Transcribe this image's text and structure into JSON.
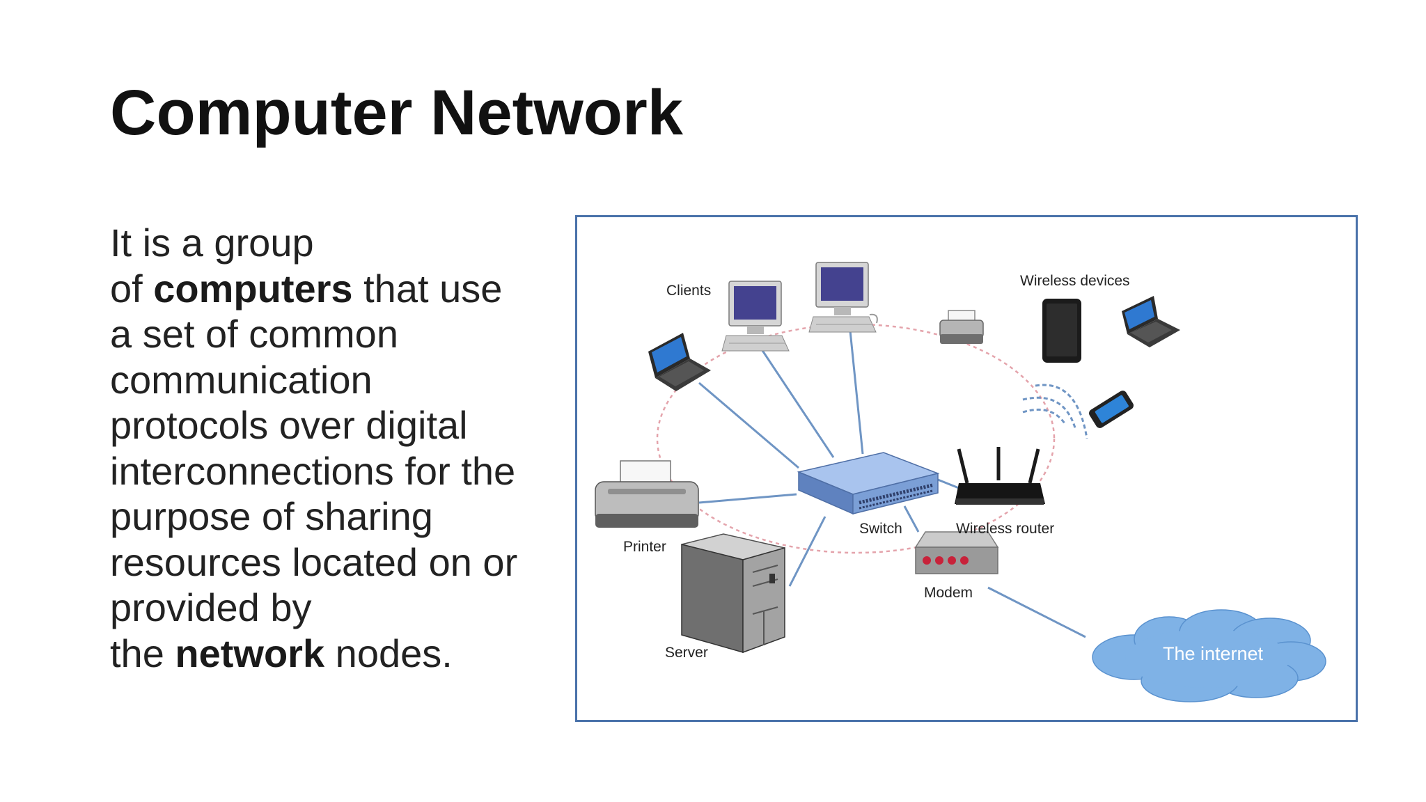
{
  "slide": {
    "title": "Computer Network",
    "body": {
      "l1": "It is a group",
      "l2_pre": "of ",
      "l2_bold": "computers",
      "l2_post": " that use",
      "l3": "a set of common",
      "l4": "communication",
      "l5": "protocols over digital",
      "l6": "interconnections for the",
      "l7": "purpose of sharing",
      "l8": "resources located on or",
      "l9": "provided by",
      "l10_pre": "the ",
      "l10_bold": "network",
      "l10_post": " nodes."
    }
  },
  "diagram": {
    "labels": {
      "clients": "Clients",
      "wireless_devices": "Wireless devices",
      "printer": "Printer",
      "switch": "Switch",
      "wireless_router": "Wireless router",
      "modem": "Modem",
      "server": "Server",
      "internet": "The internet"
    },
    "colors": {
      "frame": "#4a72aa",
      "link": "#6f95c4",
      "lan_boundary": "#e4a3ab",
      "cloud": "#7fb2e6",
      "switch": "#7b9fd6"
    }
  }
}
